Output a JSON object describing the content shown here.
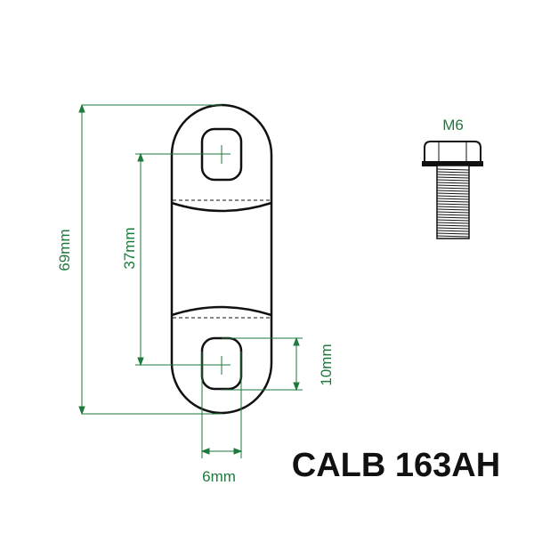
{
  "labels": {
    "overall_length": "69mm",
    "hole_spacing": "37mm",
    "hole_length": "10mm",
    "hole_width": "6mm",
    "bolt_size": "M6",
    "product": "CALB 163AH"
  },
  "colors": {
    "dimension": "#1e7a3c",
    "outline": "#111111"
  }
}
